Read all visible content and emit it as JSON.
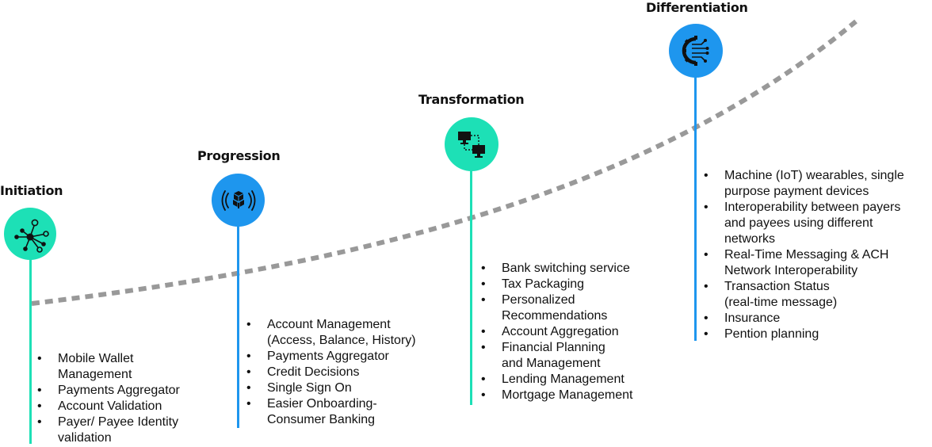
{
  "colors": {
    "teal": "#1de0b6",
    "blue": "#1e96ee",
    "curve": "#999999"
  },
  "stages": [
    {
      "id": "initiation",
      "title": "Initiation",
      "icon": "network-nodes-icon",
      "color": "teal",
      "items": [
        [
          "Mobile Wallet",
          "Management"
        ],
        [
          "Payments Aggregator"
        ],
        [
          "Account Validation"
        ],
        [
          "Payer/ Payee Identity",
          "validation"
        ]
      ]
    },
    {
      "id": "progression",
      "title": "Progression",
      "icon": "broadcast-blocks-icon",
      "color": "blue",
      "items": [
        [
          "Account Management",
          "(Access, Balance, History)"
        ],
        [
          "Payments Aggregator"
        ],
        [
          "Credit Decisions"
        ],
        [
          "Single Sign On"
        ],
        [
          "Easier Onboarding-",
          "Consumer Banking"
        ]
      ]
    },
    {
      "id": "transformation",
      "title": "Transformation",
      "icon": "monitor-switch-icon",
      "color": "teal",
      "items": [
        [
          "Bank switching service"
        ],
        [
          "Tax Packaging"
        ],
        [
          "Personalized",
          "Recommendations"
        ],
        [
          "Account Aggregation"
        ],
        [
          "Financial Planning",
          "and Management"
        ],
        [
          "Lending Management"
        ],
        [
          "Mortgage Management"
        ]
      ]
    },
    {
      "id": "differentiation",
      "title": "Differentiation",
      "icon": "gear-circuit-icon",
      "color": "blue",
      "items": [
        [
          "Machine (IoT) wearables, single",
          "purpose payment devices"
        ],
        [
          "Interoperability between payers",
          "and payees using different",
          "networks"
        ],
        [
          "Real-Time Messaging & ACH",
          "Network Interoperability"
        ],
        [
          "Transaction Status",
          "(real-time message)"
        ],
        [
          "Insurance"
        ],
        [
          "Pention planning"
        ]
      ]
    }
  ]
}
